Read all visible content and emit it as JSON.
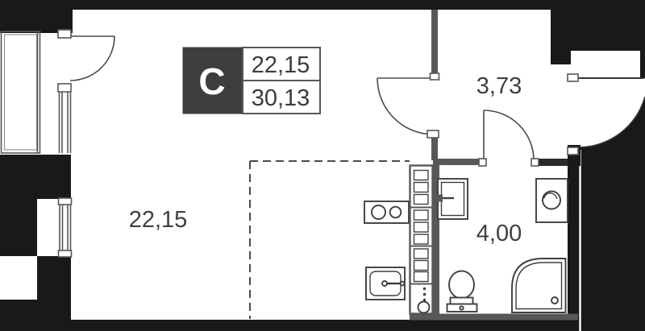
{
  "legend": {
    "type_label": "С",
    "living_area": "22,15",
    "total_area": "30,13"
  },
  "room_labels": {
    "main_room": "22,15",
    "hallway": "3,73",
    "bathroom": "4,00"
  },
  "colors": {
    "background": "#ffffff",
    "wall_fill": "#19191b",
    "partition_fill": "#58585a",
    "fixture_line": "#3f3f41",
    "label_text": "#3e4144",
    "legend_box_fill": "#3e3e40",
    "legend_text_on_dark": "#ffffff",
    "dashed_zone_line": "#4a4a4a"
  },
  "icons": {
    "fixtures": [
      "balcony-door",
      "room-door",
      "bathroom-door",
      "entry-door",
      "window",
      "cooktop",
      "kitchen-sink",
      "ventilation-shaft",
      "bathroom-sink",
      "washing-machine",
      "toilet",
      "shower-cabin"
    ]
  }
}
